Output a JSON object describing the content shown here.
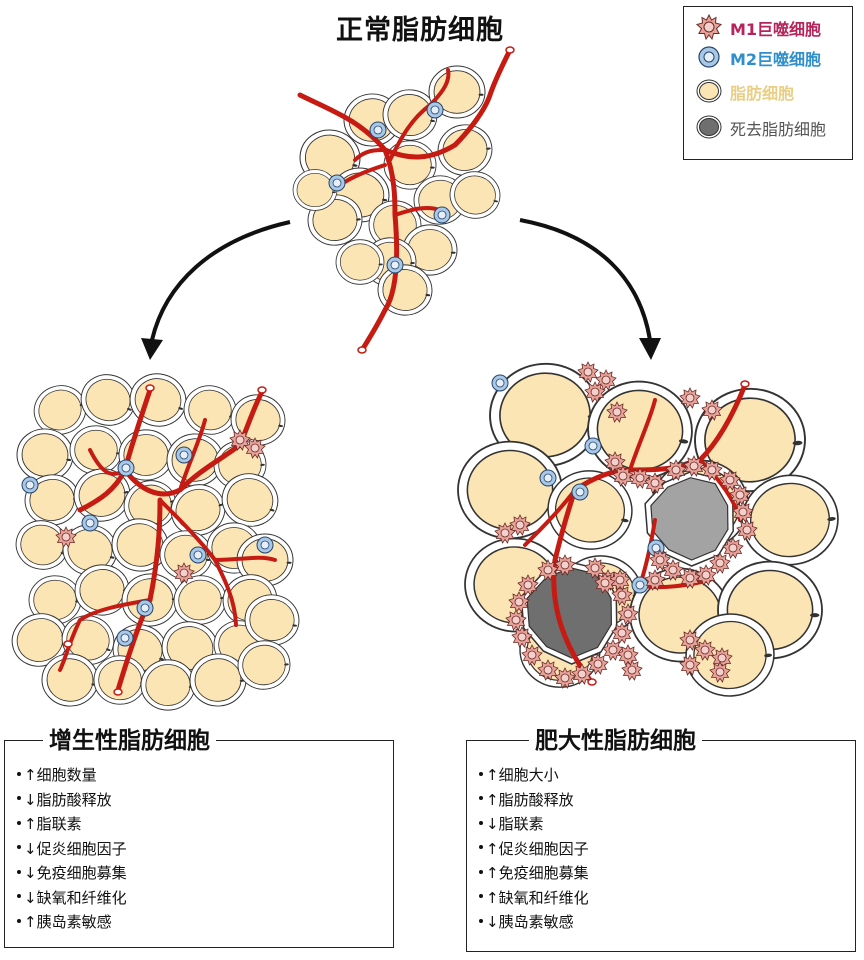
{
  "title": "正常脂肪细胞",
  "legend": [
    {
      "label": "M1巨噬细胞",
      "color": "#b5245a",
      "icon": "m1-macrophage-icon"
    },
    {
      "label": "M2巨噬细胞",
      "color": "#2f8fcc",
      "icon": "m2-macrophage-icon"
    },
    {
      "label": "脂肪细胞",
      "color": "#e9cf85",
      "icon": "adipocyte-icon"
    },
    {
      "label": "死去脂肪细胞",
      "color": "#555555",
      "icon": "dead-adipocyte-icon"
    }
  ],
  "panels": {
    "hyperplastic": {
      "title": "增生性脂肪细胞",
      "items": [
        "↑细胞数量",
        "↓脂肪酸释放",
        "↑脂联素",
        "↓促炎细胞因子",
        "↓免疫细胞募集",
        "↓缺氧和纤维化",
        "↑胰岛素敏感"
      ]
    },
    "hypertrophic": {
      "title": "肥大性脂肪细胞",
      "items": [
        "↑细胞大小",
        "↑脂肪酸释放",
        "↓脂联素",
        "↑促炎细胞因子",
        "↑免疫细胞募集",
        "↑缺氧和纤维化",
        "↓胰岛素敏感"
      ]
    }
  },
  "colors": {
    "cell_fill": "#fbe5b4",
    "vessel": "#c51b13",
    "m2": "#a9c7e6",
    "dead_dark": "#6f6f6f",
    "dead_light": "#a3a3a3"
  }
}
